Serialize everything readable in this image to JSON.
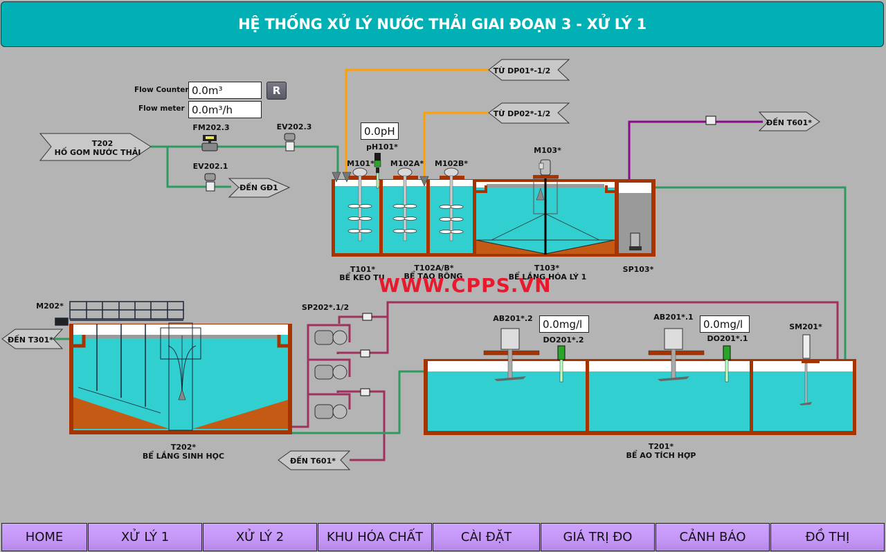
{
  "header": {
    "title": "HỆ THỐNG XỬ LÝ NƯỚC THẢI GIAI ĐOẠN 3 - XỬ LÝ 1"
  },
  "flow": {
    "counter_label": "Flow Counter:",
    "counter_value": "0.0m³",
    "meter_label": "Flow meter",
    "meter_value": "0.0m³/h",
    "reset_label": "R"
  },
  "tags": {
    "t202_source_line1": "T202",
    "t202_source_line2": "HỐ GOM NƯỚC THẢI",
    "to_gd1": "ĐẾN GĐ1",
    "from_dp01": "TỪ DP01*-1/2",
    "from_dp02": "TỪ DP02*-1/2",
    "to_t601_top": "ĐẾN T601*",
    "to_t301": "ĐẾN T301*",
    "to_t601_bottom": "ĐẾN T601*"
  },
  "equipment": {
    "fm2023": "FM202.3",
    "ev2023": "EV202.3",
    "ev2021": "EV202.1",
    "ph101": "pH101*",
    "m101": "M101*",
    "m102a": "M102A*",
    "m102b": "M102B*",
    "m103": "M103*",
    "sp103": "SP103*",
    "m202": "M202*",
    "sp202": "SP202*.1/2",
    "ab2012": "AB201*.2",
    "ab2011": "AB201*.1",
    "do2012": "DO201*.2",
    "do2011": "DO201*.1",
    "sm201": "SM201*"
  },
  "readings": {
    "ph101": "0.0pH",
    "do2012": "0.0mg/l",
    "do2011": "0.0mg/l"
  },
  "tanks": {
    "t101_id": "T101*",
    "t101_name": "BỂ KEO TỤ",
    "t102_id": "T102A/B*",
    "t102_name": "BỂ TẠO BÔNG",
    "t103_id": "T103*",
    "t103_name": "BỂ LẮNG HÓA LÝ 1",
    "t202_id": "T202*",
    "t202_name": "BỂ LẮNG SINH HỌC",
    "t201_id": "T201*",
    "t201_name": "BỂ AO TÍCH HỢP"
  },
  "watermark": "WWW.CPPS.VN",
  "colors": {
    "header_bg": "#00b0b4",
    "water": "#31cfcf",
    "tank_wall": "#a63300",
    "sludge": "#c45a14",
    "pipe_green": "#2e9a62",
    "pipe_orange": "#ffa000",
    "pipe_purple": "#8b0a8b",
    "pipe_magenta": "#a0305e",
    "nav_bg": "#c89cf8"
  },
  "nav": [
    {
      "label": "HOME"
    },
    {
      "label": "XỬ LÝ 1"
    },
    {
      "label": "XỬ LÝ 2"
    },
    {
      "label": "KHU HÓA CHẤT"
    },
    {
      "label": "CÀI ĐẶT"
    },
    {
      "label": "GIÁ TRỊ ĐO"
    },
    {
      "label": "CẢNH BÁO"
    },
    {
      "label": "ĐỒ THỊ"
    }
  ]
}
